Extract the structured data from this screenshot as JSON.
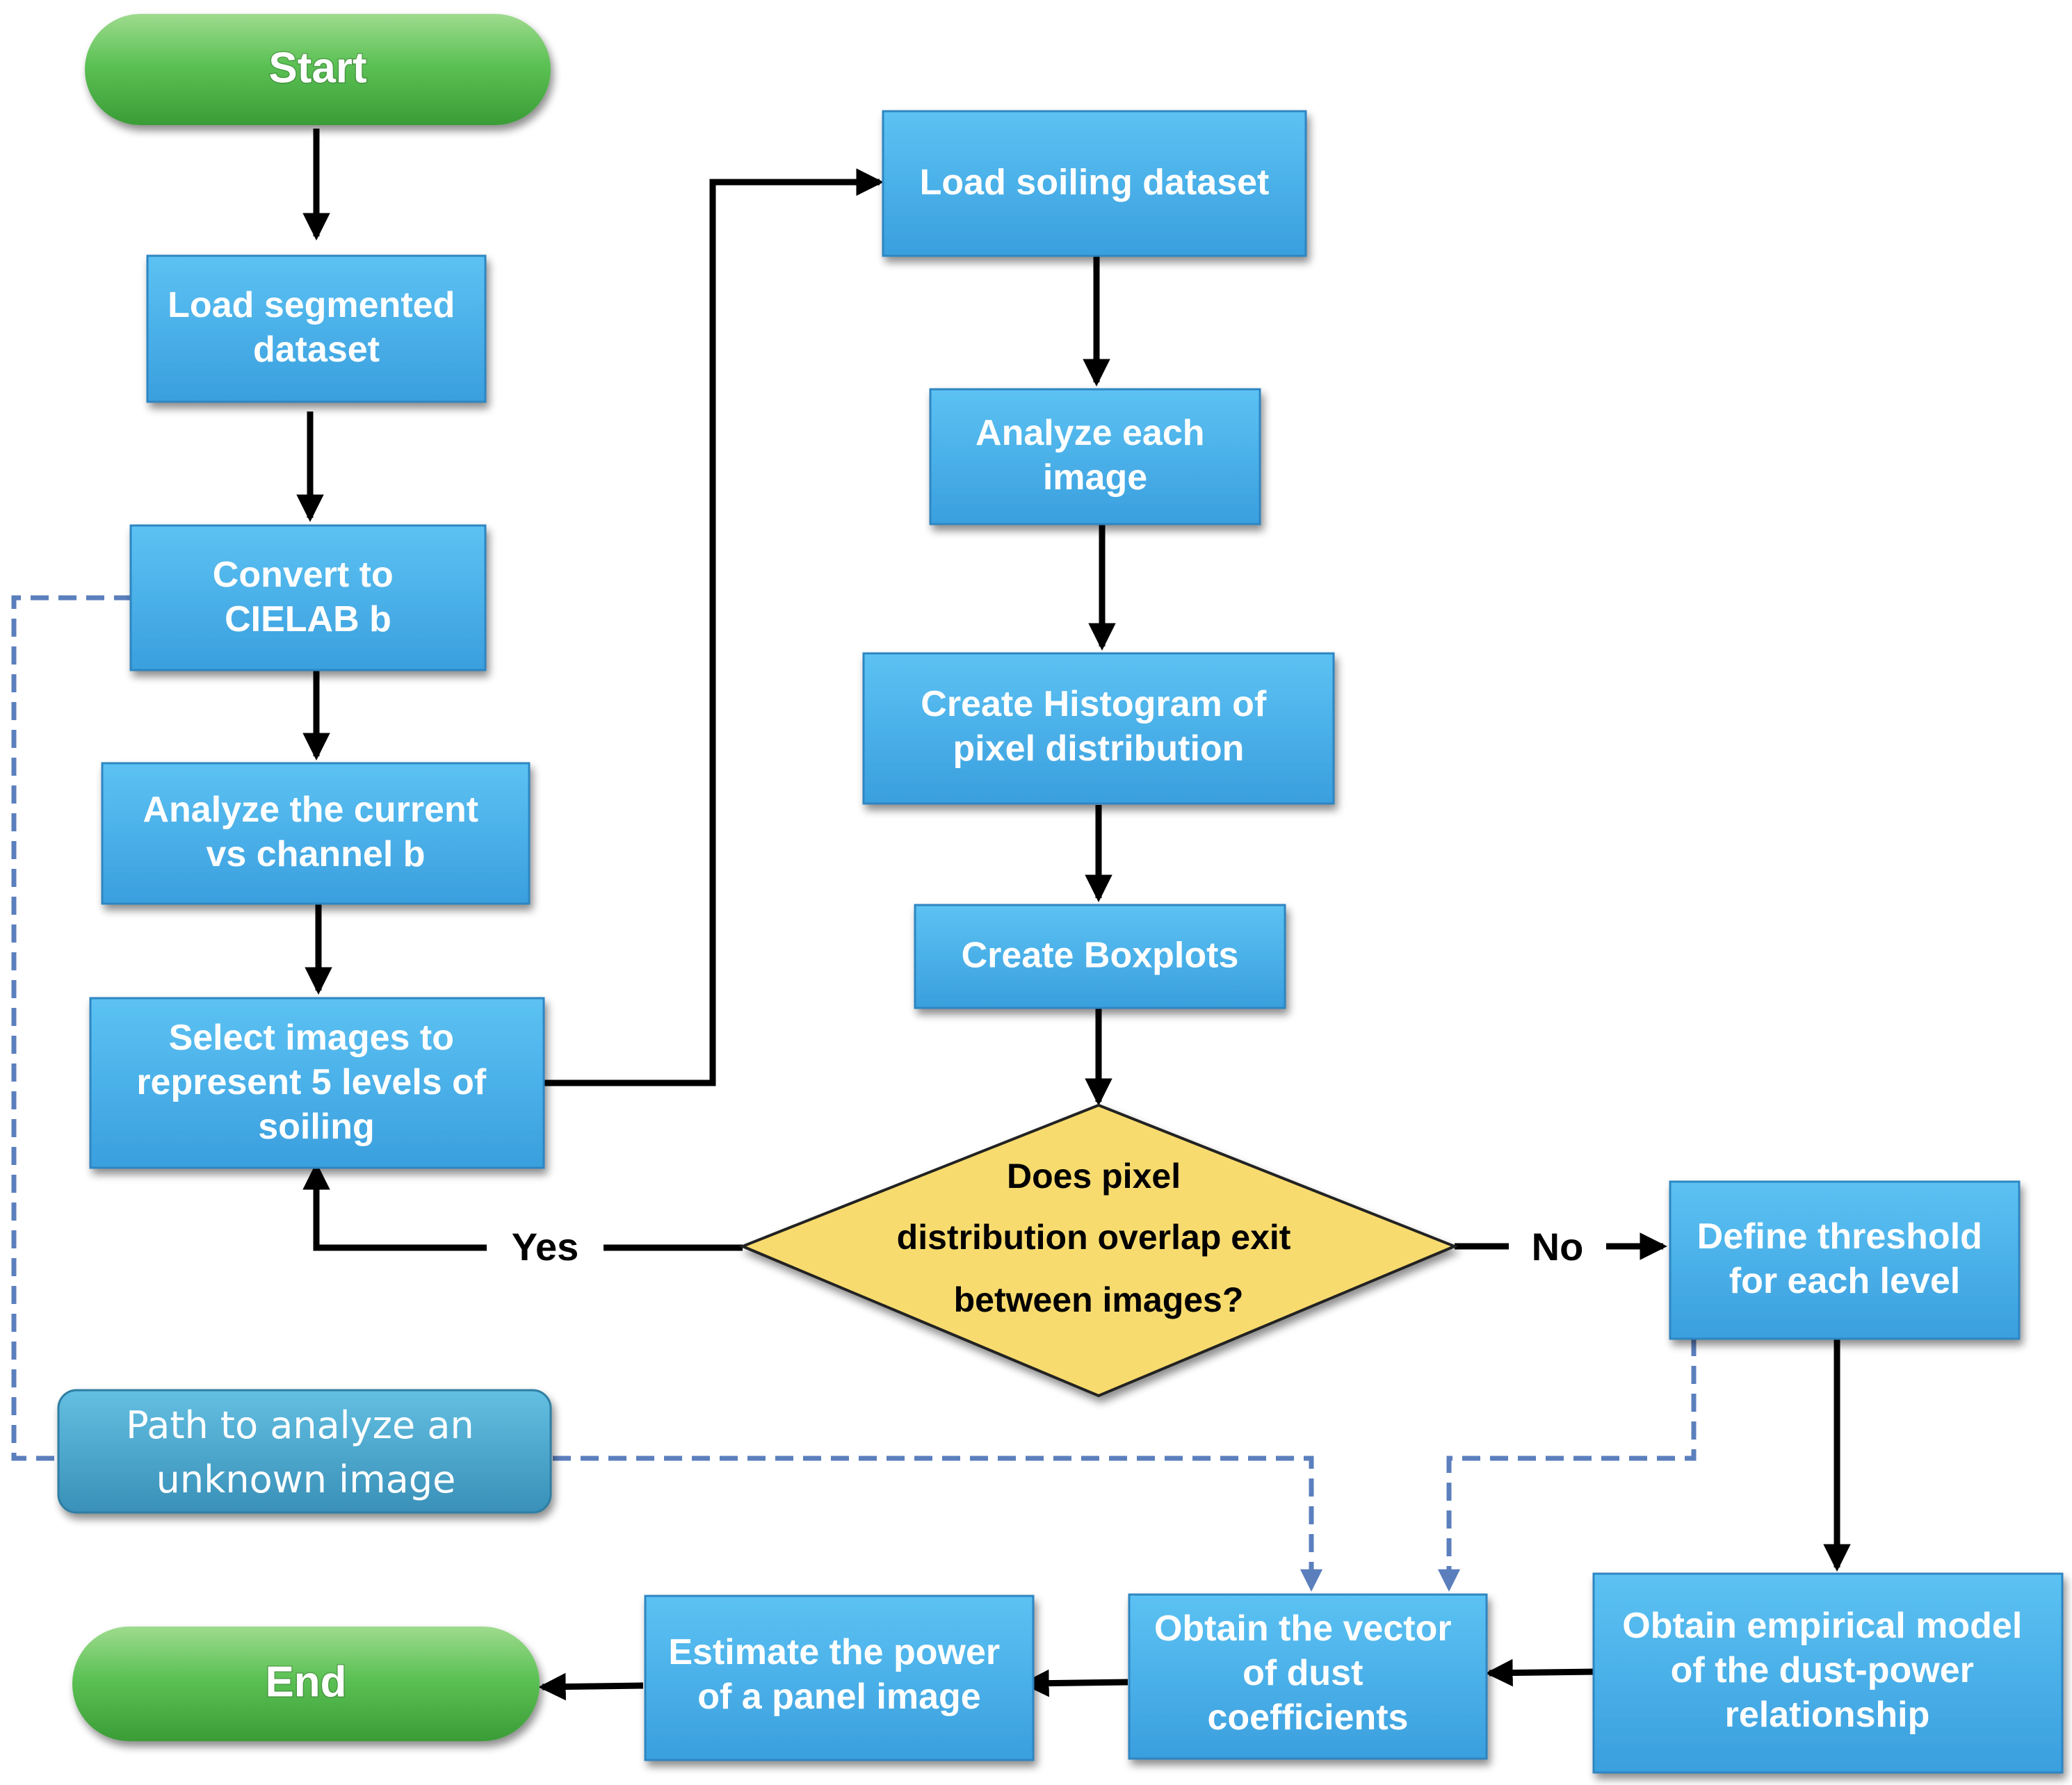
{
  "nodes": {
    "start": "Start",
    "load_segmented": [
      "Load segmented",
      "dataset"
    ],
    "convert_cielab": [
      "Convert to",
      "CIELAB b"
    ],
    "analyze_current": [
      "Analyze the current",
      "vs channel b"
    ],
    "select_images": [
      "Select images to",
      "represent 5 levels of",
      "soiling"
    ],
    "load_soiling": [
      "Load soiling dataset"
    ],
    "analyze_each": [
      "Analyze each",
      "image"
    ],
    "create_histogram": [
      "Create Histogram of",
      "pixel distribution"
    ],
    "create_boxplots": [
      "Create Boxplots"
    ],
    "decision": [
      "Does pixel",
      "distribution overlap exit",
      "between images?"
    ],
    "define_threshold": [
      "Define threshold",
      "for each level"
    ],
    "empirical_model": [
      "Obtain empirical model",
      "of the dust-power",
      "relationship"
    ],
    "vector_coeffs": [
      "Obtain the vector",
      "of dust",
      "coefficients"
    ],
    "estimate_power": [
      "Estimate the power",
      "of a panel image"
    ],
    "end": "End",
    "unknown_path": [
      "Path to analyze an",
      "unknown image"
    ]
  },
  "edge_labels": {
    "yes": "Yes",
    "no": "No"
  },
  "colors": {
    "process_box": "#41a9e6",
    "terminal": "#4eb34a",
    "decision": "#f7db6e",
    "unknown_path_box": "#4aa6cc",
    "dashed_path": "#5b7fbd"
  }
}
